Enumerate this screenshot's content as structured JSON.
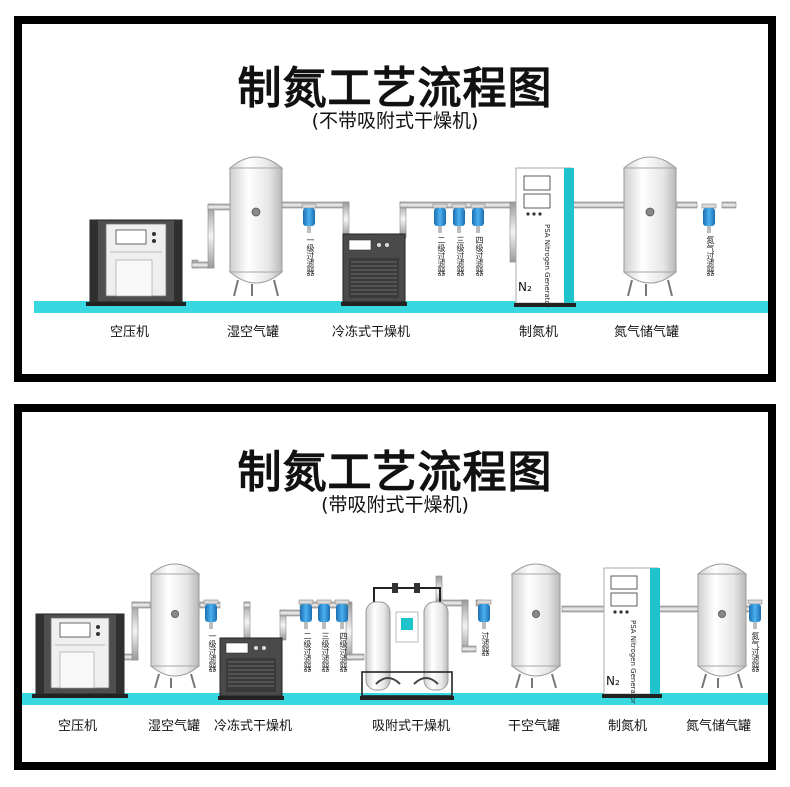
{
  "panel1": {
    "title": "制氮工艺流程图",
    "subtitle": "(不带吸附式干燥机)",
    "equipment_labels": {
      "compressor": "空压机",
      "wet_tank": "湿空气罐",
      "refrigerated_dryer": "冷冻式干燥机",
      "nitrogen_generator": "制氮机",
      "nitrogen_tank": "氮气储气罐"
    },
    "filter_labels": [
      "一级过滤器",
      "二级过滤器",
      "三级过滤器",
      "四级过滤器",
      "氮气过滤器"
    ],
    "generator_text": "PSA Nitrogen Generator",
    "generator_badge": "N₂"
  },
  "panel2": {
    "title": "制氮工艺流程图",
    "subtitle": "(带吸附式干燥机)",
    "equipment_labels": {
      "compressor": "空压机",
      "wet_tank": "湿空气罐",
      "refrigerated_dryer": "冷冻式干燥机",
      "adsorption_dryer": "吸附式干燥机",
      "dry_tank": "干空气罐",
      "nitrogen_generator": "制氮机",
      "nitrogen_tank": "氮气储气罐"
    },
    "filter_labels": [
      "一级过滤器",
      "二级过滤器",
      "三级过滤器",
      "四级过滤器",
      "过滤器",
      "氮气过滤器"
    ],
    "generator_text": "PSA Nitrogen Generator",
    "generator_badge": "N₂"
  },
  "colors": {
    "ground": "#39d8e0",
    "accent": "#1ec3cc",
    "filter": "#2b8fd6",
    "frame": "#000000",
    "compressor_body": "#5c5c5c",
    "tank": "#f2f2f2"
  }
}
